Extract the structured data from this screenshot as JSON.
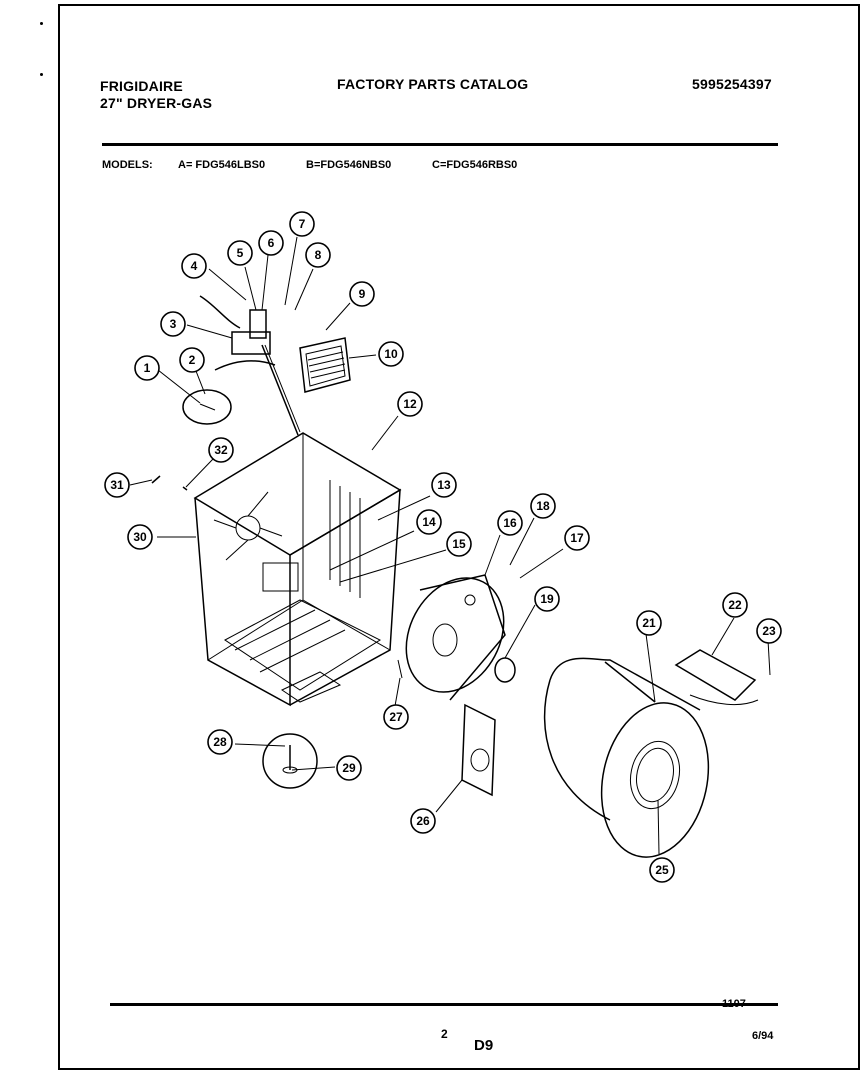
{
  "header": {
    "brand": "FRIGIDAIRE",
    "product": "27\" DRYER-GAS",
    "catalog_title": "FACTORY PARTS CATALOG",
    "catalog_number": "5995254397"
  },
  "models": {
    "label": "MODELS:",
    "a": "A= FDG546LBS0",
    "b": "B=FDG546NBS0",
    "c": "C=FDG546RBS0"
  },
  "callouts": [
    "1",
    "2",
    "3",
    "4",
    "5",
    "6",
    "7",
    "8",
    "9",
    "10",
    "12",
    "13",
    "14",
    "15",
    "16",
    "17",
    "18",
    "19",
    "21",
    "22",
    "23",
    "25",
    "26",
    "27",
    "28",
    "29",
    "30",
    "31",
    "32"
  ],
  "footer": {
    "figure_number": "1107",
    "page": "2",
    "section": "D9",
    "date": "6/94"
  }
}
